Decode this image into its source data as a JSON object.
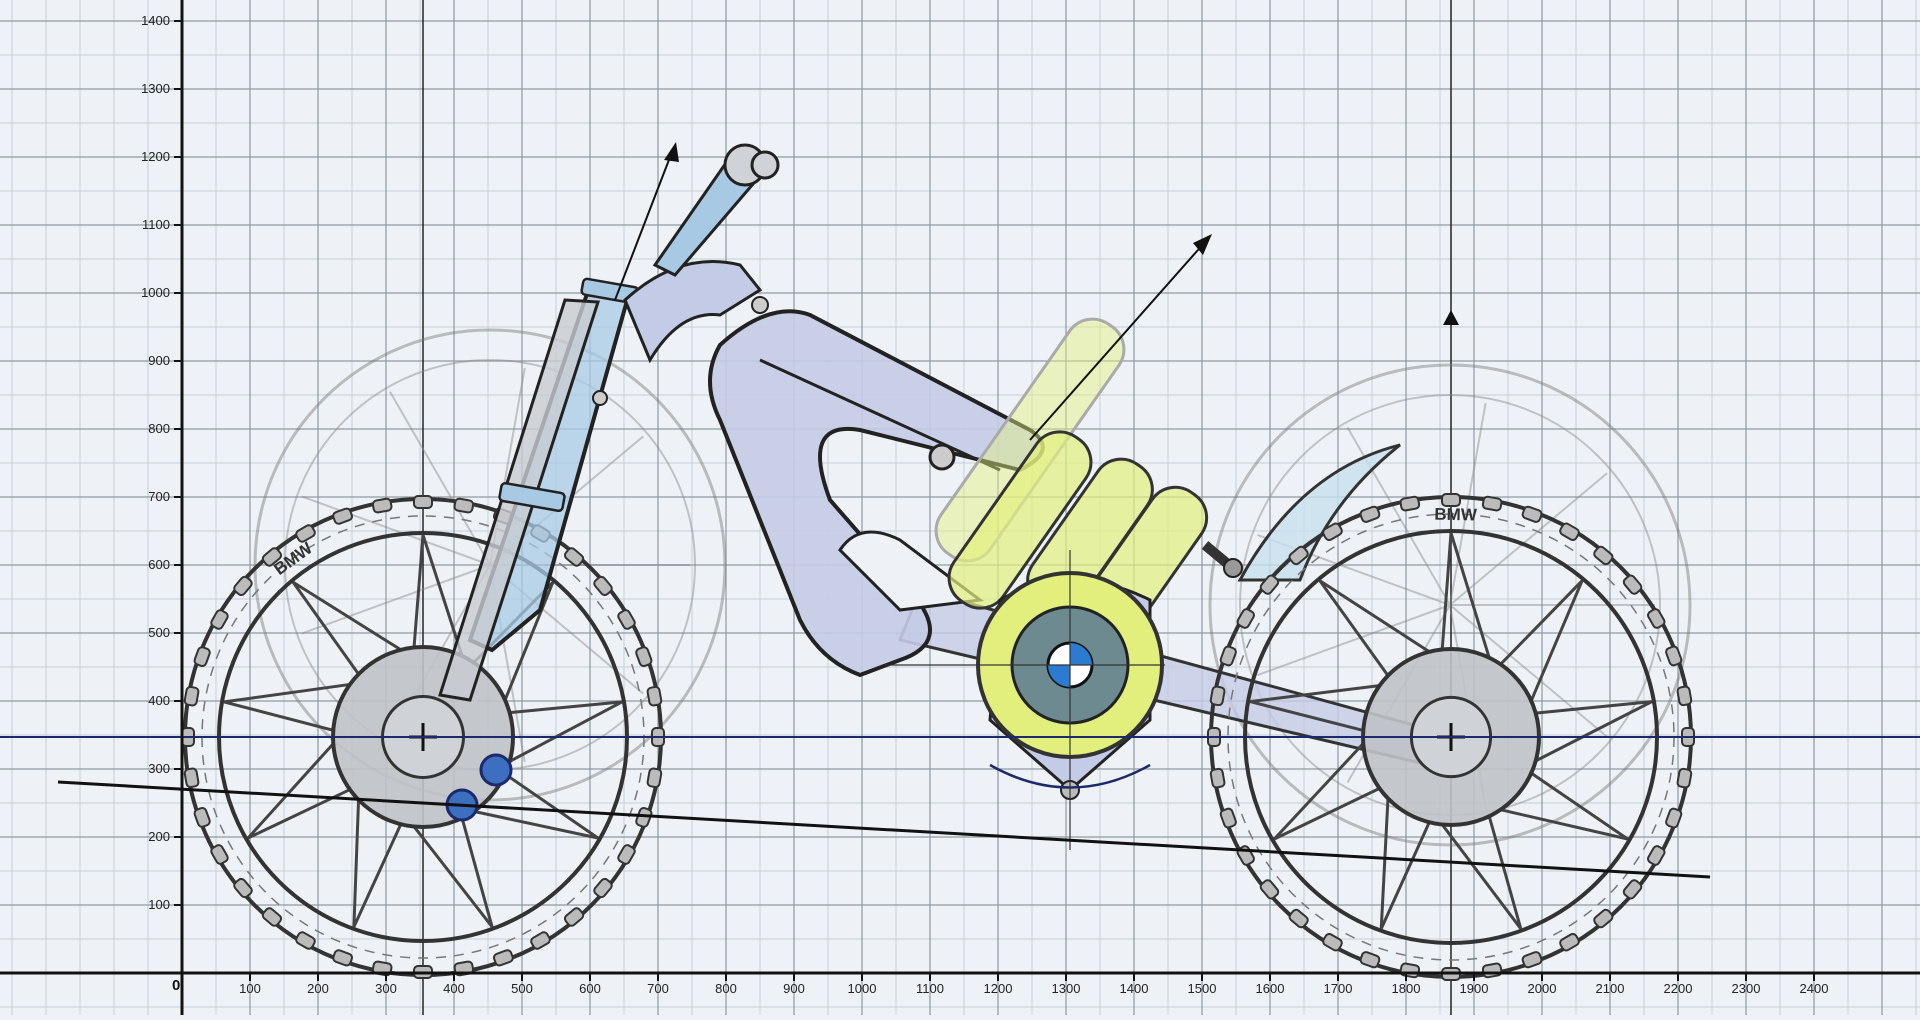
{
  "diagram": {
    "y_axis_labels": [
      "1400",
      "1300",
      "1200",
      "1100",
      "1000",
      "900",
      "800",
      "700",
      "600",
      "500",
      "400",
      "300",
      "200",
      "100"
    ],
    "x_axis_labels": [
      "100",
      "200",
      "300",
      "400",
      "500",
      "600",
      "700",
      "800",
      "900",
      "1000",
      "1100",
      "1200",
      "1300",
      "1400",
      "1500",
      "1600",
      "1700",
      "1800",
      "1900",
      "2000",
      "2100",
      "2200",
      "2300",
      "2400"
    ],
    "origin_label": "0",
    "wheel_brand_text": "BMW",
    "colors": {
      "paper": "#eef2f6",
      "grid_minor": "#c7cfd8",
      "grid_major": "#8e98a4",
      "axis": "#111111",
      "hub_line": "#1c2a6b",
      "frame_fill": "#c4cbe6",
      "motor_yellow": "#e3ef7d",
      "fork_blue": "#a8c9e4",
      "tyre": "#5a5a5a"
    }
  }
}
